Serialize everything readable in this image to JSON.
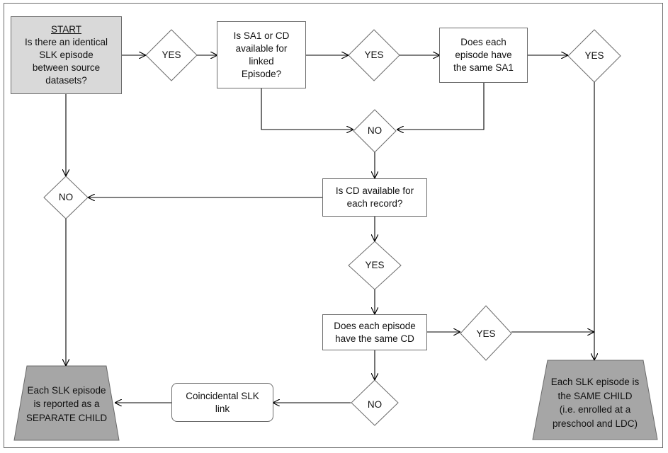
{
  "start_box": {
    "heading": "START",
    "lines": [
      "Is there an identical",
      "SLK episode",
      "between source",
      "datasets?"
    ]
  },
  "q_sa1_or_cd": {
    "lines": [
      "Is SA1 or CD",
      "available for",
      "linked",
      "Episode?"
    ]
  },
  "q_same_sa1": {
    "lines": [
      "Does each",
      "episode have",
      "the same SA1"
    ]
  },
  "q_cd_each_record": {
    "lines": [
      "Is CD available for",
      "each record?"
    ]
  },
  "q_same_cd": {
    "lines": [
      "Does each episode",
      "have the same CD"
    ]
  },
  "coincidental_box": {
    "lines": [
      "Coincidental SLK",
      "link"
    ]
  },
  "decisions": {
    "yes_1": "YES",
    "yes_2": "YES",
    "yes_3": "YES",
    "yes_4": "YES",
    "yes_5": "YES",
    "no_center": "NO",
    "no_left": "NO",
    "no_bottom": "NO"
  },
  "outcome_separate": {
    "lines": [
      "Each SLK episode",
      "is reported as a",
      "SEPARATE CHILD"
    ]
  },
  "outcome_same": {
    "lines": [
      "Each SLK episode is",
      "the SAME CHILD",
      "(i.e. enrolled at a",
      "preschool and LDC)"
    ]
  },
  "colors": {
    "line": "#000000",
    "border": "#6b6b6b",
    "start_fill": "#d9d9d9",
    "outcome_fill": "#a6a6a6",
    "background": "#ffffff"
  }
}
